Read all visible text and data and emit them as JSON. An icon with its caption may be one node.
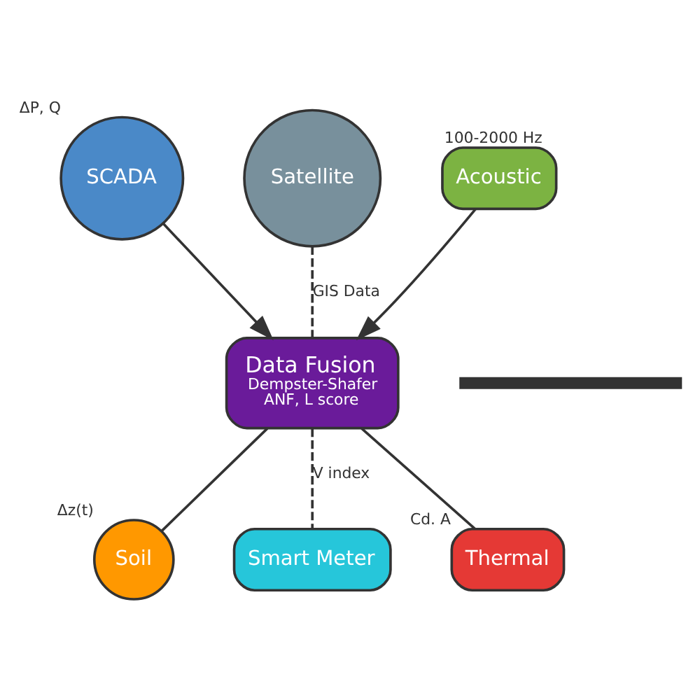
{
  "diagram": {
    "nodes": [
      {
        "text": [
          "Satellite"
        ]
      },
      {
        "text": [
          "SCADA"
        ],
        "beside": [
          "ΔP, Q"
        ]
      },
      {
        "text": [
          "Acoustic"
        ],
        "beside": [
          "100-2000 Hz"
        ]
      },
      {
        "text": [
          "Data Fusion",
          "Dempster-Shafer",
          "ANF, L score"
        ]
      },
      {
        "text": [],
        "shape": "bar"
      },
      {
        "text": [
          "Soil"
        ],
        "beside": [
          "Δz(t)"
        ]
      },
      {
        "text": [
          "Thermal"
        ],
        "beside": [
          "Cd. A"
        ]
      },
      {
        "text": [
          "Smart Meter"
        ]
      }
    ],
    "edges": [
      {
        "from": 0,
        "to": 3,
        "arrow": "none",
        "label": "GIS Data",
        "style": "dashed"
      },
      {
        "from": 1,
        "to": 3,
        "arrow": "to"
      },
      {
        "from": 2,
        "to": 3,
        "arrow": "to"
      },
      {
        "from": 3,
        "to": 5,
        "arrow": "none"
      },
      {
        "from": 3,
        "to": 6,
        "arrow": "none"
      },
      {
        "from": 3,
        "to": 7,
        "arrow": "none",
        "label": "V index",
        "style": "dashed"
      }
    ]
  }
}
